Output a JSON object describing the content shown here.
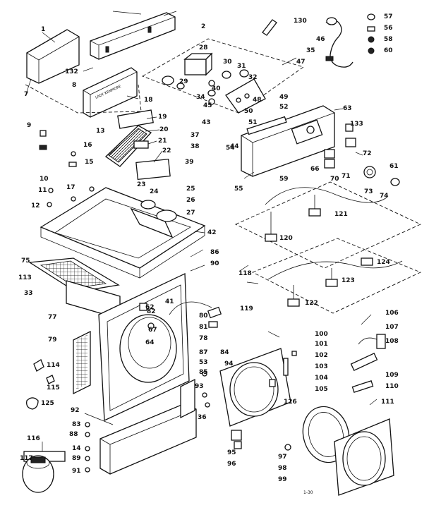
{
  "callouts": [
    {
      "id": "1",
      "label": "1"
    },
    {
      "id": "2",
      "label": "2"
    },
    {
      "id": "7",
      "label": "7"
    },
    {
      "id": "8",
      "label": "8"
    },
    {
      "id": "9",
      "label": "9"
    },
    {
      "id": "10",
      "label": "10"
    },
    {
      "id": "11",
      "label": "11"
    },
    {
      "id": "12",
      "label": "12"
    },
    {
      "id": "13",
      "label": "13"
    },
    {
      "id": "14",
      "label": "14"
    },
    {
      "id": "15",
      "label": "15"
    },
    {
      "id": "16",
      "label": "16"
    },
    {
      "id": "17",
      "label": "17"
    },
    {
      "id": "18",
      "label": "18"
    },
    {
      "id": "19",
      "label": "19"
    },
    {
      "id": "20",
      "label": "20"
    },
    {
      "id": "21",
      "label": "21"
    },
    {
      "id": "22",
      "label": "22"
    },
    {
      "id": "23",
      "label": "23"
    },
    {
      "id": "24",
      "label": "24"
    },
    {
      "id": "25",
      "label": "25"
    },
    {
      "id": "26",
      "label": "26"
    },
    {
      "id": "27",
      "label": "27"
    },
    {
      "id": "28",
      "label": "28"
    },
    {
      "id": "29",
      "label": "29"
    },
    {
      "id": "30",
      "label": "30"
    },
    {
      "id": "31",
      "label": "31"
    },
    {
      "id": "32",
      "label": "32"
    },
    {
      "id": "33",
      "label": "33"
    },
    {
      "id": "34",
      "label": "34"
    },
    {
      "id": "35",
      "label": "35"
    },
    {
      "id": "36",
      "label": "36"
    },
    {
      "id": "37",
      "label": "37"
    },
    {
      "id": "38",
      "label": "38"
    },
    {
      "id": "39",
      "label": "39"
    },
    {
      "id": "40",
      "label": "40"
    },
    {
      "id": "41",
      "label": "41"
    },
    {
      "id": "42",
      "label": "42"
    },
    {
      "id": "43",
      "label": "43"
    },
    {
      "id": "44",
      "label": "44"
    },
    {
      "id": "45",
      "label": "45"
    },
    {
      "id": "46",
      "label": "46"
    },
    {
      "id": "47",
      "label": "47"
    },
    {
      "id": "48",
      "label": "48"
    },
    {
      "id": "49",
      "label": "49"
    },
    {
      "id": "50",
      "label": "50"
    },
    {
      "id": "51",
      "label": "51"
    },
    {
      "id": "52",
      "label": "52"
    },
    {
      "id": "53",
      "label": "53"
    },
    {
      "id": "54",
      "label": "54"
    },
    {
      "id": "55",
      "label": "55"
    },
    {
      "id": "56",
      "label": "56"
    },
    {
      "id": "57",
      "label": "57"
    },
    {
      "id": "58",
      "label": "58"
    },
    {
      "id": "59",
      "label": "59"
    },
    {
      "id": "60",
      "label": "60"
    },
    {
      "id": "61",
      "label": "61"
    },
    {
      "id": "62",
      "label": "62"
    },
    {
      "id": "63",
      "label": "63"
    },
    {
      "id": "64",
      "label": "64"
    },
    {
      "id": "66",
      "label": "66"
    },
    {
      "id": "67",
      "label": "67"
    },
    {
      "id": "70",
      "label": "70"
    },
    {
      "id": "71",
      "label": "71"
    },
    {
      "id": "72",
      "label": "72"
    },
    {
      "id": "73",
      "label": "73"
    },
    {
      "id": "74",
      "label": "74"
    },
    {
      "id": "75",
      "label": "75"
    },
    {
      "id": "77",
      "label": "77"
    },
    {
      "id": "78",
      "label": "78"
    },
    {
      "id": "79",
      "label": "79"
    },
    {
      "id": "80",
      "label": "80"
    },
    {
      "id": "81",
      "label": "81"
    },
    {
      "id": "82",
      "label": "82"
    },
    {
      "id": "83",
      "label": "83"
    },
    {
      "id": "84",
      "label": "84"
    },
    {
      "id": "85",
      "label": "85"
    },
    {
      "id": "86",
      "label": "86"
    },
    {
      "id": "87",
      "label": "87"
    },
    {
      "id": "88",
      "label": "88"
    },
    {
      "id": "89",
      "label": "89"
    },
    {
      "id": "90",
      "label": "90"
    },
    {
      "id": "91",
      "label": "91"
    },
    {
      "id": "92",
      "label": "92"
    },
    {
      "id": "93",
      "label": "93"
    },
    {
      "id": "94",
      "label": "94"
    },
    {
      "id": "95",
      "label": "95"
    },
    {
      "id": "96",
      "label": "96"
    },
    {
      "id": "97",
      "label": "97"
    },
    {
      "id": "98",
      "label": "98"
    },
    {
      "id": "99",
      "label": "99"
    },
    {
      "id": "100",
      "label": "100"
    },
    {
      "id": "101",
      "label": "101"
    },
    {
      "id": "102",
      "label": "102"
    },
    {
      "id": "103",
      "label": "103"
    },
    {
      "id": "104",
      "label": "104"
    },
    {
      "id": "105",
      "label": "105"
    },
    {
      "id": "106",
      "label": "106"
    },
    {
      "id": "107",
      "label": "107"
    },
    {
      "id": "108",
      "label": "108"
    },
    {
      "id": "109",
      "label": "109"
    },
    {
      "id": "110",
      "label": "110"
    },
    {
      "id": "111",
      "label": "111"
    },
    {
      "id": "113",
      "label": "113"
    },
    {
      "id": "114",
      "label": "114"
    },
    {
      "id": "115",
      "label": "115"
    },
    {
      "id": "116",
      "label": "116"
    },
    {
      "id": "117",
      "label": "117"
    },
    {
      "id": "118",
      "label": "118"
    },
    {
      "id": "119",
      "label": "119"
    },
    {
      "id": "120",
      "label": "120"
    },
    {
      "id": "121",
      "label": "121"
    },
    {
      "id": "122",
      "label": "122"
    },
    {
      "id": "123",
      "label": "123"
    },
    {
      "id": "124",
      "label": "124"
    },
    {
      "id": "125",
      "label": "125"
    },
    {
      "id": "126",
      "label": "126"
    },
    {
      "id": "130",
      "label": "130"
    },
    {
      "id": "132",
      "label": "132"
    },
    {
      "id": "133",
      "label": "133"
    }
  ],
  "panel_text": "LADY KENMORE",
  "figure_code": "1-30"
}
